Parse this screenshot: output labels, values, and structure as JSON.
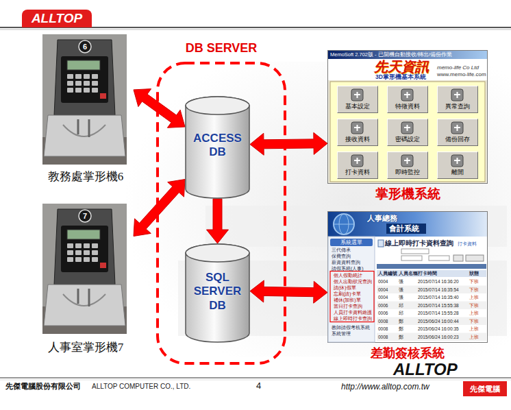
{
  "diagram": {
    "nodes": [
      {
        "text": [
          "DB SERVER"
        ]
      },
      {
        "text": [
          "ACCESS DB"
        ],
        "in": 0
      },
      {
        "text": [
          "SQL SERVER DB"
        ],
        "in": 0
      },
      {
        "text": [
          "教務處掌形機6"
        ]
      },
      {
        "text": [
          "人事室掌形機7"
        ]
      },
      {
        "text": [
          "MemoSoft 2.702版 - 已開機自動接收/轉出/備份作業",
          "先天資訊",
          "3D掌形機基本系統",
          "memo-life Co Ltd",
          "www.memo-life.com",
          "掌形機系統"
        ]
      },
      {
        "text": [
          "基本設定"
        ],
        "in": 5
      },
      {
        "text": [
          "特徵資料"
        ],
        "in": 5
      },
      {
        "text": [
          "異常查詢"
        ],
        "in": 5
      },
      {
        "text": [
          "接收資料"
        ],
        "in": 5
      },
      {
        "text": [
          "密碼設定"
        ],
        "in": 5
      },
      {
        "text": [
          "備份回存"
        ],
        "in": 5
      },
      {
        "text": [
          "打卡資料"
        ],
        "in": 5
      },
      {
        "text": [
          "即時監控"
        ],
        "in": 5
      },
      {
        "text": [
          "離開"
        ],
        "in": 5
      },
      {
        "text": [
          "人事總務",
          "會計系統",
          "系統選單",
          "三代傳承",
          "保費查詢",
          "薪資資料查詢",
          "請假系統(人事)",
          "個人假勤統計",
          "個人出勤狀況查詢",
          "請(休)假單",
          "忘刷(請)卡單",
          "補休(加班)單",
          "當日打卡查詢",
          "人員打卡資料維護",
          "線上即時打卡查詢",
          "教師請假考核系統",
          "系統管理",
          "線上即時打卡資料查詢",
          "打卡資料",
          "人員編號",
          "人員名稱",
          "打卡時間",
          "狀態",
          "0004",
          "張",
          "2015/07/14 16:36:20",
          "下班",
          "0004",
          "張",
          "2015/07/14 16:35:54",
          "下班",
          "0004",
          "張",
          "2015/07/14 16:35:40",
          "上班",
          "0006",
          "邱",
          "2015/07/14 15:55:38",
          "下班",
          "0006",
          "邱",
          "2015/07/14 15:55:28",
          "上班",
          "0008",
          "鄭",
          "2015/06/24 16:00:44",
          "下班",
          "0008",
          "鄭",
          "2015/06/24 16:00:35",
          "上班",
          "0008",
          "鄭",
          "2015/06/24 16:00:23",
          "上班",
          "差勤簽核系統"
        ]
      }
    ],
    "edges": [
      {
        "from": 3,
        "to": 1,
        "arrow": "both"
      },
      {
        "from": 4,
        "to": 1,
        "arrow": "both"
      },
      {
        "from": 1,
        "to": 2,
        "arrow": "to"
      },
      {
        "from": 1,
        "to": 5,
        "arrow": "both"
      },
      {
        "from": 2,
        "to": 15,
        "arrow": "both"
      }
    ],
    "labels": [
      "ALLTOP",
      "6",
      "7",
      "先傑電腦股份有限公司",
      "ALLTOP COMPUTER CO., LTD.",
      "4",
      "ALLTOP",
      "http://www.alltop.com.tw",
      "先傑電腦"
    ]
  }
}
